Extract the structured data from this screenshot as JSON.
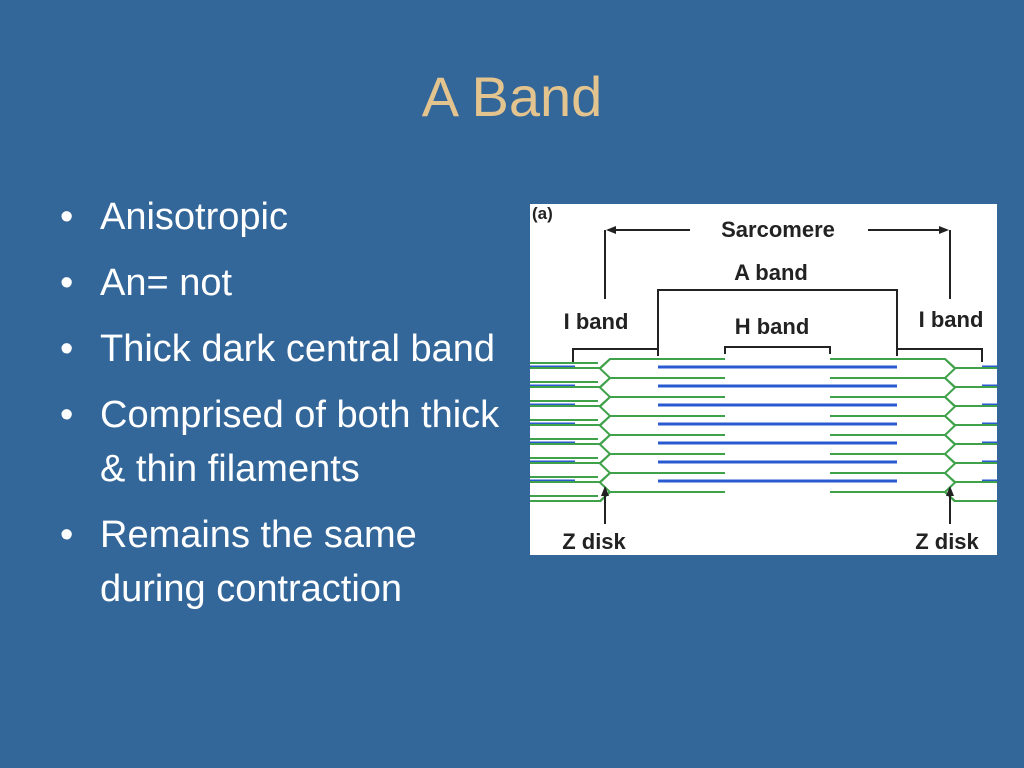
{
  "slide": {
    "title": "A Band",
    "bullets": [
      "Anisotropic",
      "An= not",
      "Thick dark central band",
      "Comprised of both thick & thin filaments",
      "Remains the same during contraction"
    ]
  },
  "diagram": {
    "panel_label": "(a)",
    "labels": {
      "sarcomere": "Sarcomere",
      "a_band": "A band",
      "h_band": "H band",
      "i_band_left": "I band",
      "i_band_right": "I band",
      "z_disk_left": "Z disk",
      "z_disk_right": "Z disk"
    },
    "colors": {
      "thick_filament": "#2a5ad0",
      "thin_filament": "#3fa24a",
      "lines": "#222222"
    }
  }
}
